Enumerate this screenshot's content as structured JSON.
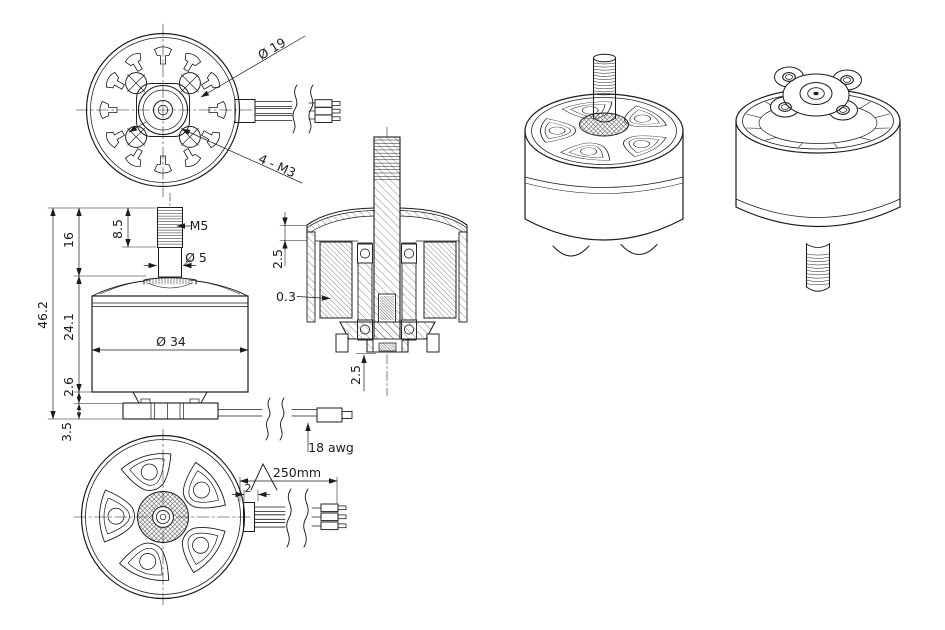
{
  "drawing": {
    "background": "#ffffff",
    "line_color": "#1c1c1c",
    "views": {
      "top": {
        "bolt_circle_dia": "Ø 19",
        "mount_holes": "4 - M3"
      },
      "side": {
        "thread_length": "8.5",
        "shaft_length": "16",
        "thread_spec": "M5",
        "shaft_dia": "Ø 5",
        "total_height": "46.2",
        "body_height": "24.1",
        "body_dia": "Ø 34",
        "base_height": "2.6",
        "mount_height": "3.5",
        "wire_gauge": "18 awg"
      },
      "section": {
        "top_plate_thickness": "2.5",
        "air_gap": "0.3",
        "shaft_protrusion": "2.5"
      },
      "bottom": {
        "connector_width": "2",
        "wire_length": "250mm"
      }
    }
  }
}
